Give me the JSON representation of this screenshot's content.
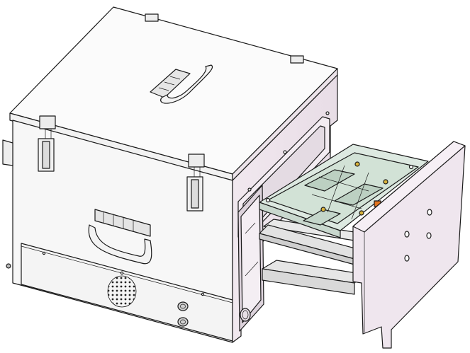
{
  "figure": {
    "subject": "shield-test-box-with-pull-out-fixture",
    "colors": {
      "body": "#f7f7f7",
      "body_top": "#fbfbfb",
      "side_panel": "#efe6ee",
      "fixture_plate": "#dde9e1",
      "fixture_lid": "#d2e2d6",
      "metal": "#d9d9d9",
      "accent_orange": "#e0731f",
      "bolt_gold": "#d8b23a",
      "outline": "#1a1a1a"
    },
    "parts": [
      "enclosure-lid",
      "enclosure-front-panel",
      "enclosure-side-panel",
      "top-handle",
      "front-handle",
      "toggle-latch-left",
      "toggle-latch-right",
      "vent-grille",
      "connector-port",
      "drawer-front-plate",
      "drawer-slide-rails",
      "test-fixture-plate",
      "fixture-lid-plate"
    ]
  }
}
